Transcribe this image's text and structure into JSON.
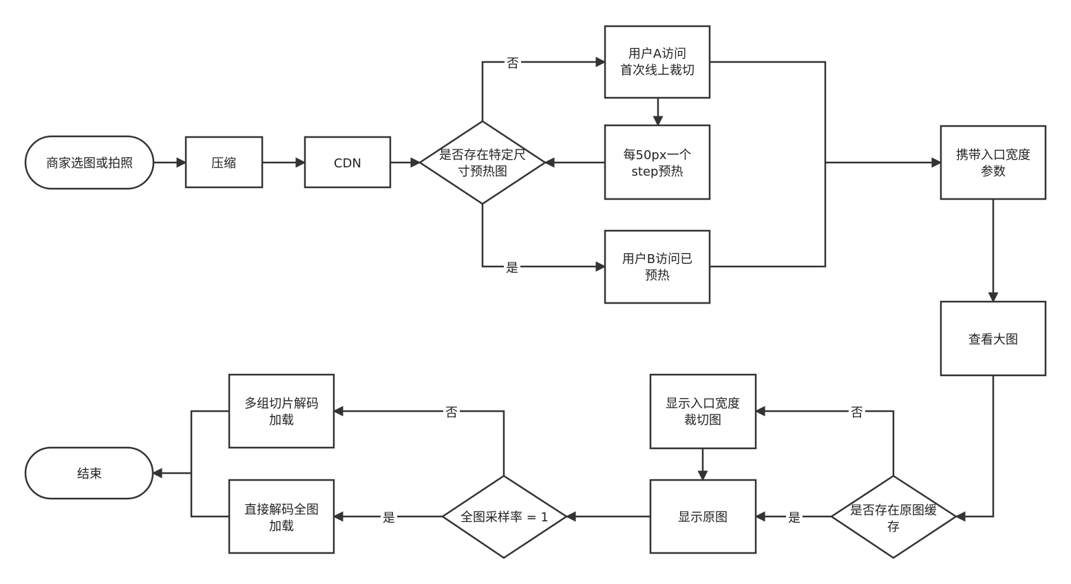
{
  "nodes": {
    "start": {
      "lines": [
        "商家选图或拍照"
      ]
    },
    "compress": {
      "lines": [
        "压缩"
      ]
    },
    "cdn": {
      "lines": [
        "CDN"
      ]
    },
    "check_preheat": {
      "lines": [
        "是否存在特定尺",
        "寸预热图"
      ]
    },
    "user_a": {
      "lines": [
        "用户A访问",
        "首次线上裁切"
      ]
    },
    "step_preheat": {
      "lines": [
        "每50px一个",
        "step预热"
      ]
    },
    "user_b": {
      "lines": [
        "用户B访问已",
        "预热"
      ]
    },
    "carry_params": {
      "lines": [
        "携带入口宽度",
        "参数"
      ]
    },
    "view_large": {
      "lines": [
        "查看大图"
      ]
    },
    "check_cache": {
      "lines": [
        "是否存在原图缓",
        "存"
      ]
    },
    "show_crop": {
      "lines": [
        "显示入口宽度",
        "裁切图"
      ]
    },
    "show_original": {
      "lines": [
        "显示原图"
      ]
    },
    "check_sample": {
      "lines": [
        "全图采样率 = 1"
      ]
    },
    "multi_decode": {
      "lines": [
        "多组切片解码",
        "加载"
      ]
    },
    "direct_decode": {
      "lines": [
        "直接解码全图",
        "加载"
      ]
    },
    "end": {
      "lines": [
        "结束"
      ]
    }
  },
  "edge_labels": {
    "preheat_no": "否",
    "preheat_yes": "是",
    "cache_no": "否",
    "cache_yes": "是",
    "sample_no": "否",
    "sample_yes": "是"
  }
}
